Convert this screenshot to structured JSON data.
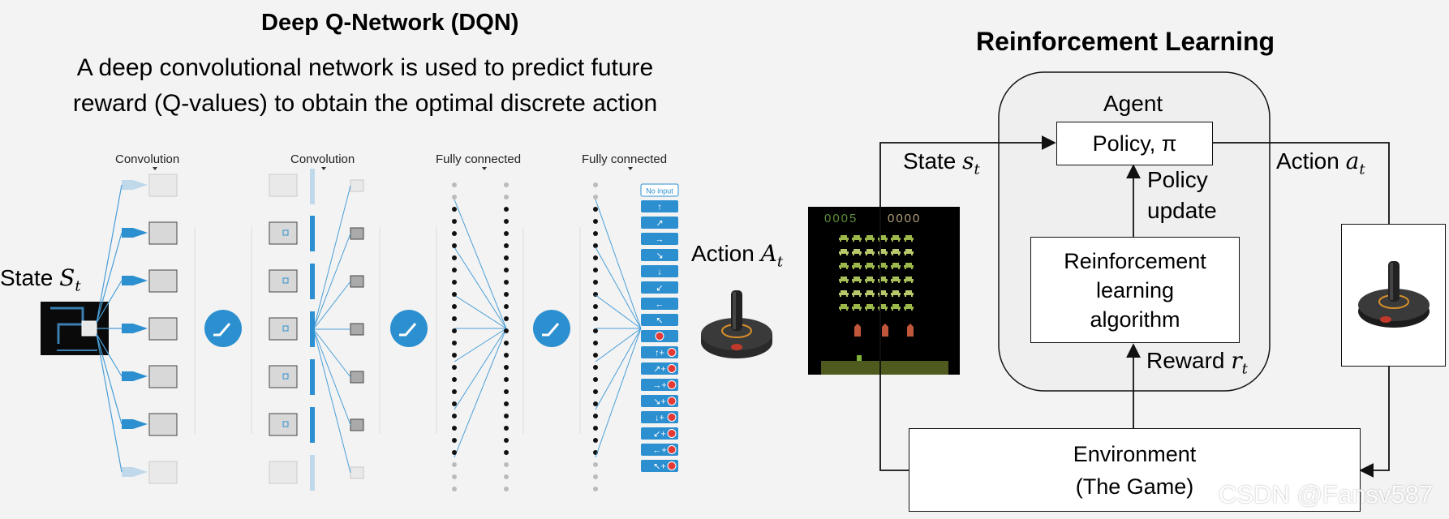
{
  "dqn": {
    "title": "Deep Q-Network (DQN)",
    "subtitle_line1": "A deep convolutional network is used to predict future",
    "subtitle_line2": "reward (Q-values) to obtain the optimal discrete action",
    "layers": [
      "Convolution",
      "Convolution",
      "Fully connected",
      "Fully connected"
    ],
    "state_label": "State",
    "state_symbol": "S",
    "state_sub": "t",
    "action_label": "Action",
    "action_symbol": "A",
    "action_sub": "t",
    "actions": [
      "No input",
      "↑",
      "↗",
      "→",
      "↘",
      "↓",
      "↙",
      "←",
      "↖",
      "●",
      "↑+●",
      "↗+●",
      "→+●",
      "↘+●",
      "↓+●",
      "↙+●",
      "←+●",
      "↖+●"
    ],
    "game_score_left": "0005",
    "game_score_right": "0000"
  },
  "rl": {
    "title": "Reinforcement Learning",
    "agent_label": "Agent",
    "policy_label": "Policy, π",
    "policy_update_line1": "Policy",
    "policy_update_line2": "update",
    "algorithm_line1": "Reinforcement",
    "algorithm_line2": "learning",
    "algorithm_line3": "algorithm",
    "state_label": "State",
    "state_symbol": "s",
    "state_sub": "t",
    "action_label": "Action",
    "action_symbol": "a",
    "action_sub": "t",
    "reward_label": "Reward",
    "reward_symbol": "r",
    "reward_sub": "t",
    "environment_line1": "Environment",
    "environment_line2": "(The Game)"
  },
  "watermark": "CSDN @Fansv587",
  "colors": {
    "accent_blue": "#2b8fd0",
    "line_blue": "#4a9fd8",
    "background": "#f3f3f3",
    "agent_fill": "#efefef"
  }
}
